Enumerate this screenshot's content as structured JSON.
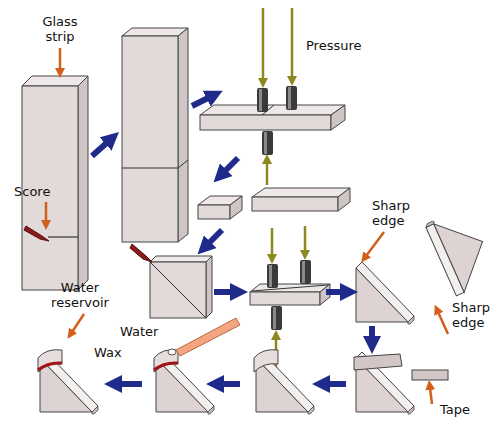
{
  "diagram": {
    "labels": [
      "Glass strip",
      "Score",
      "Pressure",
      "Sharp edge",
      "Sharp edge",
      "Tape",
      "Water reservoir",
      "Water",
      "Wax"
    ]
  }
}
